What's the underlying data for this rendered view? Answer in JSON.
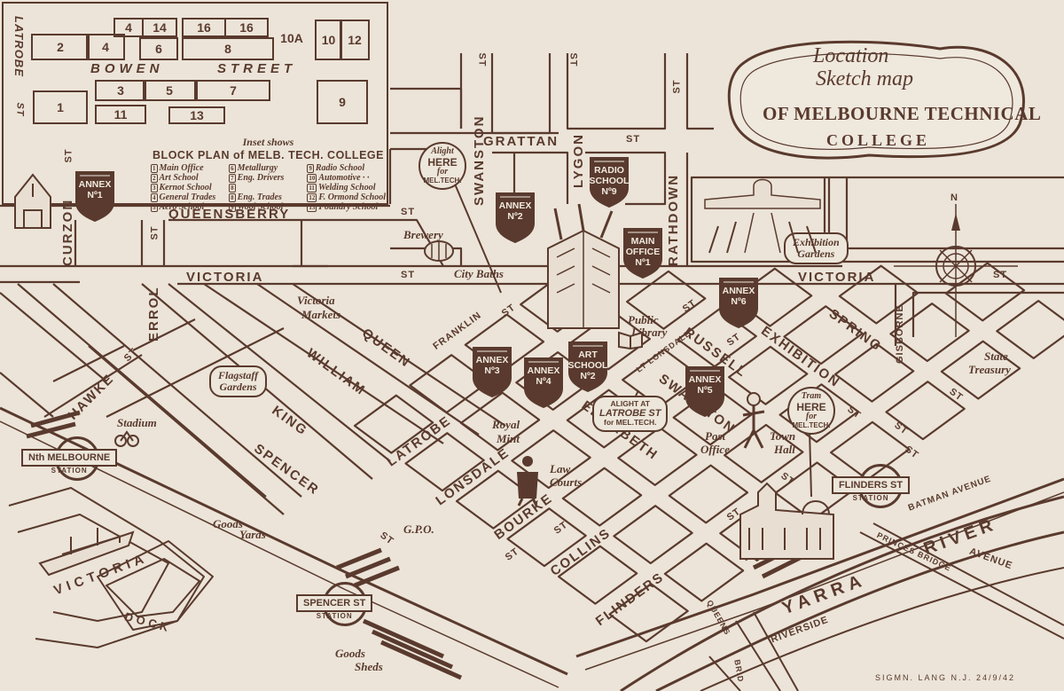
{
  "title": {
    "line1": "Location",
    "line2": "Sketch map",
    "line3": "OF MELBOURNE TECHNICAL",
    "line4": "COLLEGE"
  },
  "inset": {
    "streets": {
      "latrobe": "LATROBE",
      "st": "ST",
      "bowen": "BOWEN",
      "street": "STREET"
    },
    "blocks": [
      "4",
      "14",
      "16",
      "16",
      "2",
      "4",
      "6",
      "8",
      "10A",
      "10",
      "12",
      "3",
      "5",
      "7",
      "1",
      "11",
      "13",
      "9"
    ],
    "caption1": "Inset shows",
    "caption2": "BLOCK PLAN of MELB. TECH. COLLEGE",
    "legend": [
      {
        "n": "1",
        "t": "Main Office"
      },
      {
        "n": "6",
        "t": "Metallurgy"
      },
      {
        "n": "9",
        "t": "Radio School"
      },
      {
        "n": "2",
        "t": "Art School"
      },
      {
        "n": "7",
        "t": "Eng. Drivers"
      },
      {
        "n": "10",
        "t": "Automotive · ·"
      },
      {
        "n": "3",
        "t": "Kernot School"
      },
      {
        "n": "8",
        "t": ""
      },
      {
        "n": "11",
        "t": "Welding School"
      },
      {
        "n": "4",
        "t": "General Trades"
      },
      {
        "n": "8",
        "t": "Eng. Trades"
      },
      {
        "n": "12",
        "t": "F. Ormond School"
      },
      {
        "n": "5",
        "t": "Aero School"
      },
      {
        "n": "9",
        "t": "Wool School"
      },
      {
        "n": "13",
        "t": "Foundry School"
      }
    ]
  },
  "streets": {
    "curzon": "CURZON",
    "curzon_st": "ST",
    "queensberry": "QUEENSBERRY",
    "queensberry_st": "ST",
    "errol": "ERROL",
    "errol_st": "ST",
    "victoria_w": "VICTORIA",
    "victoria_st_w": "ST",
    "victoria_e": "VICTORIA",
    "victoria_st_e": "ST",
    "swanston_n": "SWANSTON",
    "swanston_st_n": "ST",
    "grattan": "GRATTAN",
    "grattan_st": "ST",
    "lygon": "LYGON",
    "lygon_st": "ST",
    "rathdown": "RATHDOWN",
    "rathdown_st": "ST",
    "hawke": "HAWKE",
    "hawke_st": "ST",
    "king": "KING",
    "william": "WILLIAM",
    "queen": "QUEEN",
    "spencer": "SPENCER",
    "latrobe": "LATROBE",
    "lonsdale": "LONSDALE",
    "bourke": "BOURKE",
    "collins": "COLLINS",
    "flinders": "FLINDERS",
    "elizabeth": "ELIZABETH",
    "swanston": "SWANSTON",
    "russell": "RUSSELL",
    "exhibition": "EXHIBITION",
    "spring": "SPRING",
    "gisborne": "GISBORNE",
    "franklin": "FRANKLIN",
    "lt_lonsdale": "LT LONSDALE",
    "st": "ST",
    "batman": "BATMAN  AVENUE",
    "river": "RIVER",
    "yarra": "YARRA",
    "riverside": "RIVERSIDE",
    "princes_bridge": "PRINCES BRIDGE",
    "avenue": "AVENUE",
    "queens": "QUEENS",
    "bridge": "BRID",
    "victoria_dock": "VICTORIA",
    "dock": "DOCK"
  },
  "landmarks": {
    "brewery": "Brewery",
    "city_baths": "City Baths",
    "victoria_markets1": "Victoria",
    "victoria_markets2": "Markets",
    "public_library1": "Public",
    "public_library2": "Library",
    "flagstaff1": "Flagstaff",
    "flagstaff2": "Gardens",
    "stadium": "Stadium",
    "royal_mint1": "Royal",
    "royal_mint2": "Mint",
    "law_courts1": "Law",
    "law_courts2": "Courts",
    "post_office1": "Post",
    "post_office2": "Office",
    "town_hall1": "Town",
    "town_hall2": "Hall",
    "gpo": "G.P.O.",
    "goods_yards1": "Goods",
    "goods_yards2": "Yards",
    "goods_sheds1": "Goods",
    "goods_sheds2": "Sheds",
    "state_treasury1": "State",
    "state_treasury2": "Treasury",
    "exhibition_gardens1": "Exhibition",
    "exhibition_gardens2": "Gardens"
  },
  "annexes": [
    {
      "id": "annex1",
      "l1": "ANNEX",
      "l2": "Nº1"
    },
    {
      "id": "annex2",
      "l1": "ANNEX",
      "l2": "Nº2"
    },
    {
      "id": "radio",
      "l1": "RADIO",
      "l2": "SCHOOL",
      "l3": "Nº9"
    },
    {
      "id": "main",
      "l1": "MAIN",
      "l2": "OFFICE",
      "l3": "Nº1"
    },
    {
      "id": "annex6",
      "l1": "ANNEX",
      "l2": "Nº6"
    },
    {
      "id": "annex3",
      "l1": "ANNEX",
      "l2": "Nº3"
    },
    {
      "id": "annex4",
      "l1": "ANNEX",
      "l2": "Nº4"
    },
    {
      "id": "art",
      "l1": "ART",
      "l2": "SCHOOL",
      "l3": "Nº2"
    },
    {
      "id": "annex5",
      "l1": "ANNEX",
      "l2": "Nº5"
    }
  ],
  "signs": {
    "alight1": "Alight",
    "alight2": "HERE",
    "alight3": "for",
    "alight4": "MEL.TECH.",
    "latrobe1": "ALIGHT AT",
    "latrobe2": "LATROBE ST",
    "latrobe3": "for MEL.TECH.",
    "tram1": "Tram",
    "tram2": "HERE",
    "tram3": "for",
    "tram4": "MEL.TECH."
  },
  "stations": {
    "north": "Nth MELBOURNE",
    "north_sub": "STATION",
    "spencer": "SPENCER ST",
    "spencer_sub": "STATION",
    "flinders": "FLINDERS ST",
    "flinders_sub": "STATION"
  },
  "signature": "SIGMN. LANG N.J.   24/9/42",
  "compass": "N",
  "colors": {
    "ink": "#5a3a2e",
    "paper": "#ece4d8"
  }
}
